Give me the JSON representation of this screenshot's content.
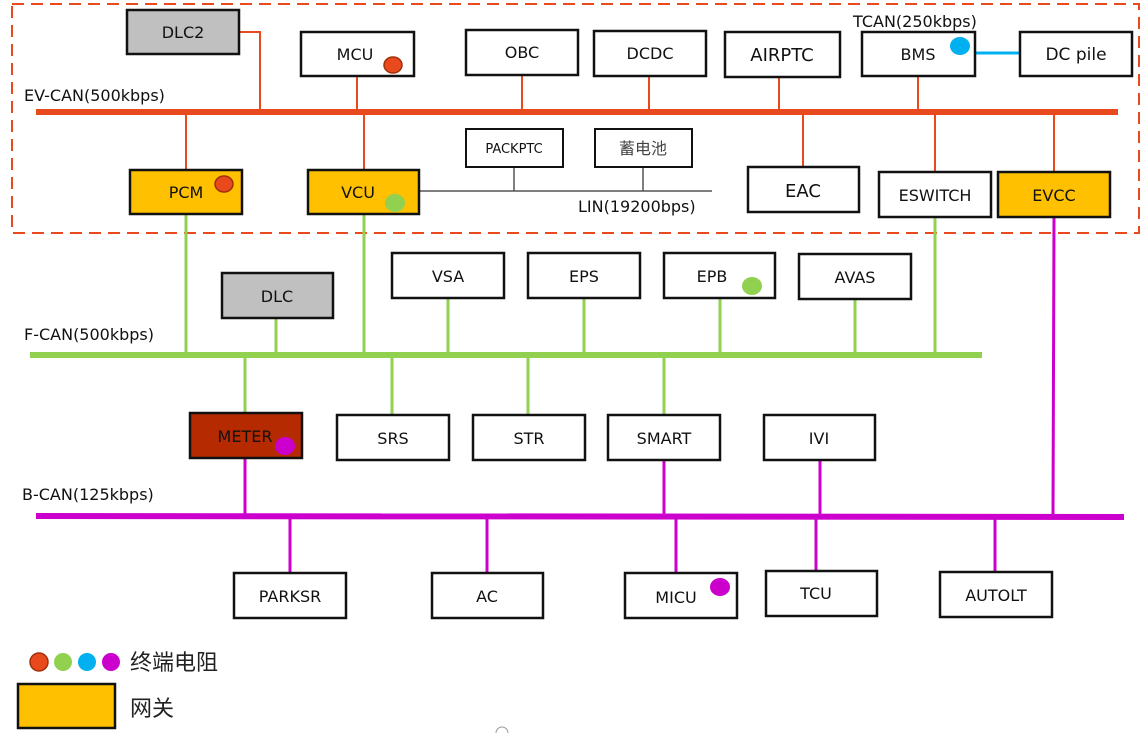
{
  "colors": {
    "ev_can": "#E84A1E",
    "f_can": "#92D050",
    "b_can": "#CC00CC",
    "tcan": "#00B0F0",
    "lin": "#555555",
    "gateway_fill": "#FFC000",
    "diag_fill": "#C0C0C0",
    "meter_fill": "#B52A00",
    "node_fill": "#FFFFFF",
    "dashed_border": "#E84A1E"
  },
  "buses": {
    "ev_can": "EV-CAN(500kbps)",
    "f_can": "F-CAN(500kbps)",
    "b_can": "B-CAN(125kbps)",
    "tcan": "TCAN(250kbps)",
    "lin": "LIN(19200bps)"
  },
  "nodes": {
    "dlc2": "DLC2",
    "mcu": "MCU",
    "obc": "OBC",
    "dcdc": "DCDC",
    "airptc": "AIRPTC",
    "bms": "BMS",
    "dc_pile": "DC pile",
    "pcm": "PCM",
    "vcu": "VCU",
    "packptc": "PACKPTC",
    "battery": "蓄电池",
    "eac": "EAC",
    "eswitch": "ESWITCH",
    "evcc": "EVCC",
    "dlc": "DLC",
    "vsa": "VSA",
    "eps": "EPS",
    "epb": "EPB",
    "avas": "AVAS",
    "meter": "METER",
    "srs": "SRS",
    "str": "STR",
    "smart": "SMART",
    "ivi": "IVI",
    "parksr": "PARKSR",
    "ac": "AC",
    "micu": "MICU",
    "tcu": "TCU",
    "autolt": "AUTOLT"
  },
  "legend": {
    "terminator_label": "终端电阻",
    "gateway_label": "网关",
    "terminator_colors": [
      "#E84A1E",
      "#92D050",
      "#00B0F0",
      "#CC00CC"
    ]
  }
}
